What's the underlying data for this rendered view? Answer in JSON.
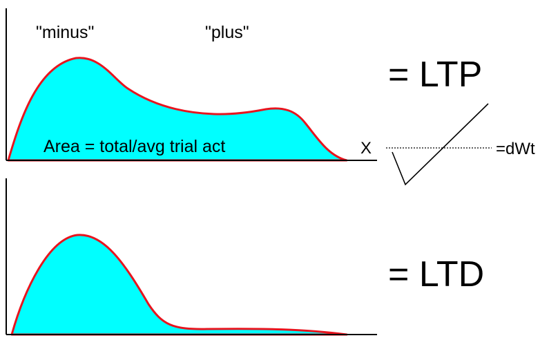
{
  "labels": {
    "minus": "\"minus\"",
    "plus": "\"plus\"",
    "area": "Area = total/avg trial act",
    "ltp": "= LTP",
    "ltd": "= LTD",
    "x": "X",
    "dwt": "=dWt"
  },
  "colors": {
    "fill": "#00ffff",
    "outline": "#e8141e",
    "axis": "#000000"
  }
}
